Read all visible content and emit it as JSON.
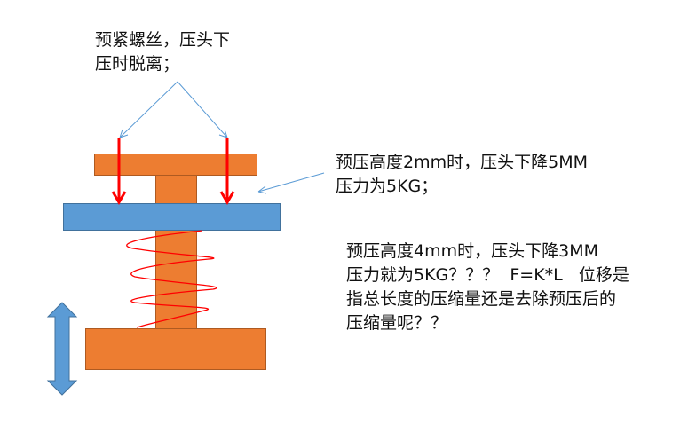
{
  "note_top": {
    "line1": "预紧螺丝，压头下",
    "line2": "压时脱离；"
  },
  "note_mid": {
    "line1": "预压高度2mm时，压头下降5MM",
    "line2": "压力为5KG；"
  },
  "note_bottom": {
    "line1": "预压高度4mm时，压头下降3MM",
    "line2": "压力就为5KG？？？  F=K*L   位移是",
    "line3": "指总长度的压缩量还是去除预压后的",
    "line4": "压缩量呢？？"
  },
  "colors": {
    "orange": "#ed7d31",
    "blue": "#5b9bd5",
    "red": "#ff0000",
    "callout": "#5b9bd5"
  }
}
